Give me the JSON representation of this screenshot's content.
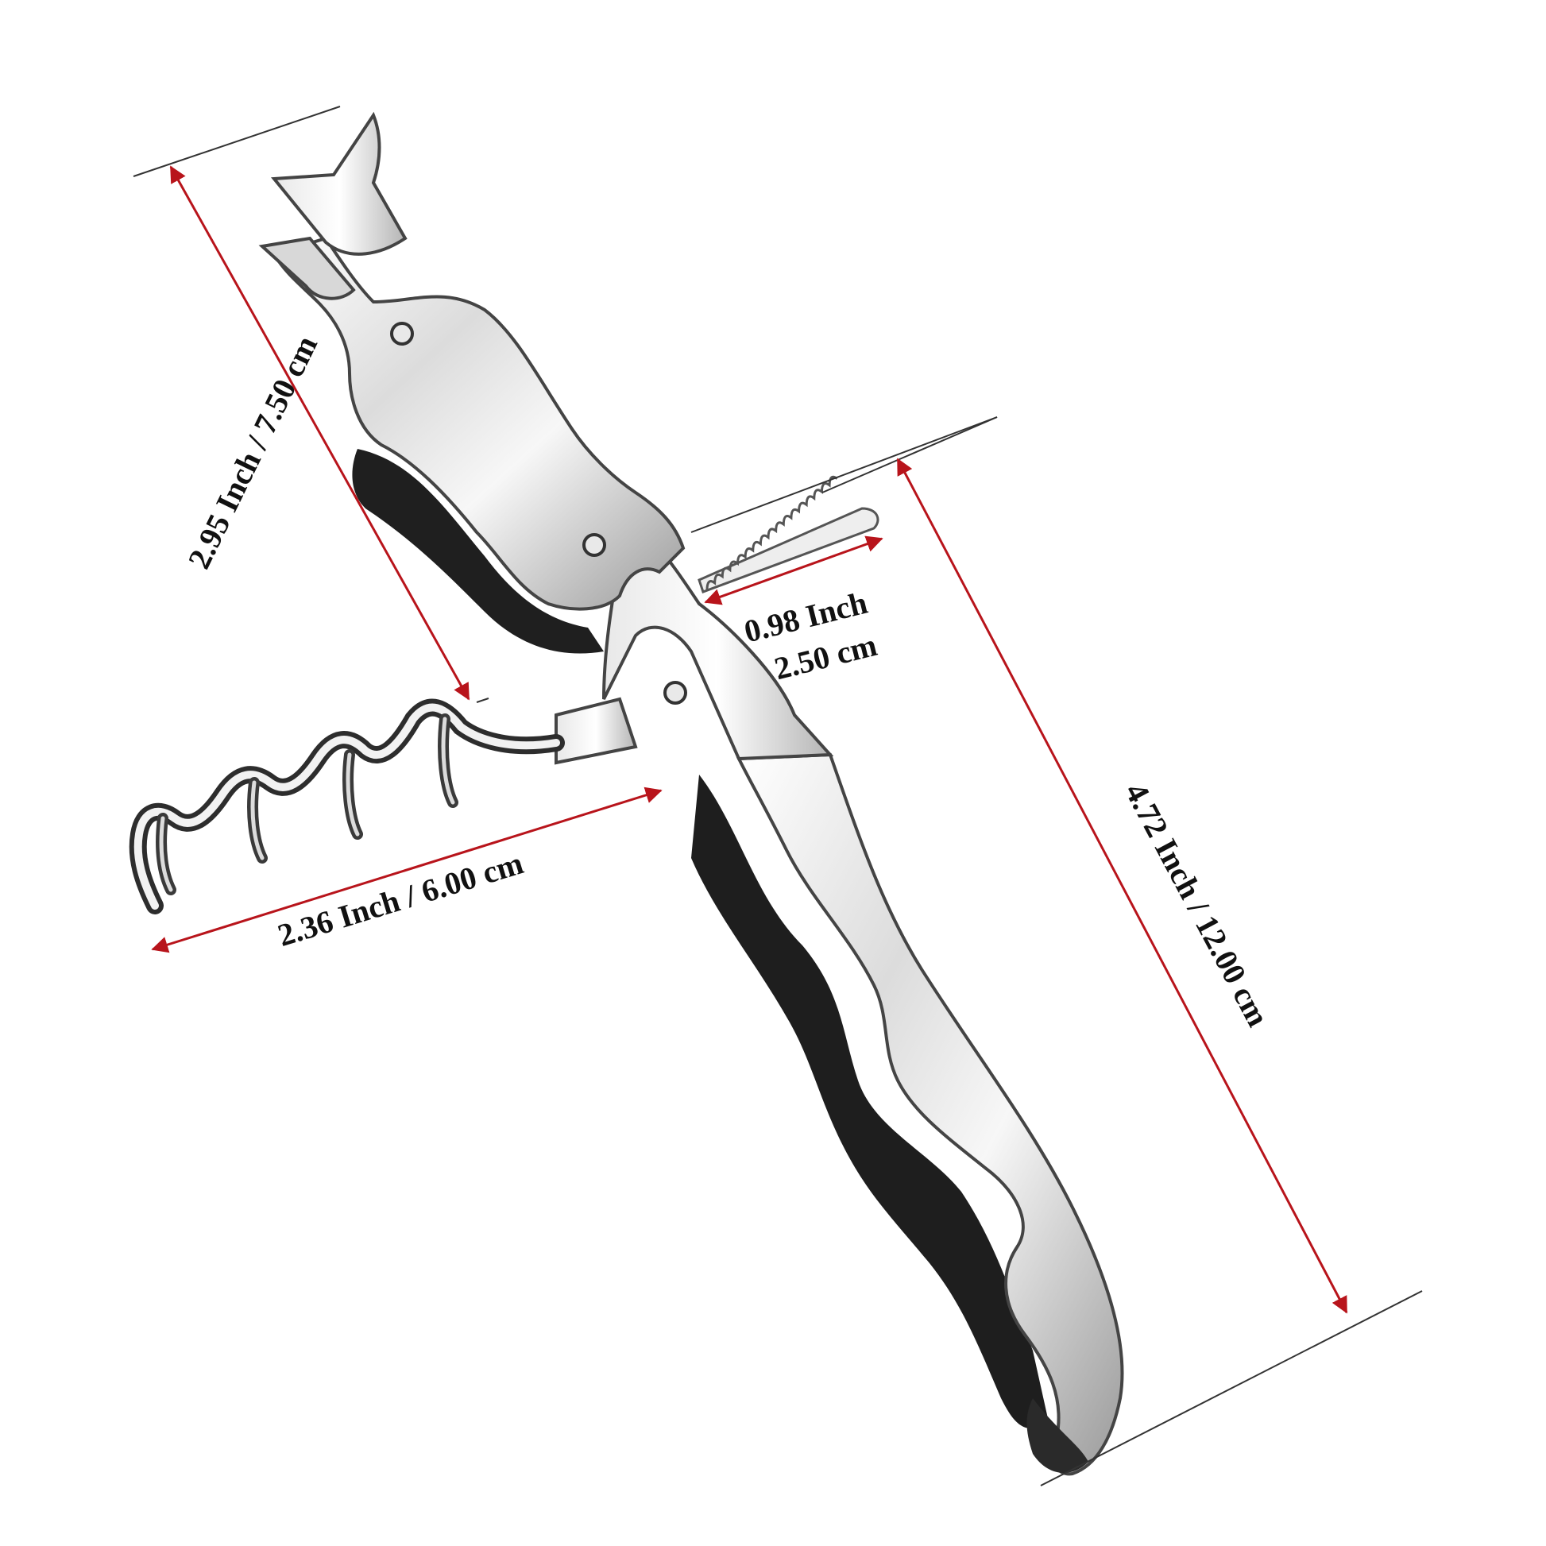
{
  "product": {
    "name_icon": "waiters-corkscrew-image"
  },
  "colors": {
    "arrow": "#b8141b",
    "leader": "#333333",
    "steel_light": "#f3f3f3",
    "steel_mid": "#c9c9c9",
    "steel_dark": "#2a2a2a"
  },
  "dimensions": {
    "lever_arm": {
      "label": "2.95 Inch / 7.50 cm"
    },
    "worm": {
      "label": "2.36 Inch / 6.00 cm"
    },
    "foil_knife": {
      "label_inch": "0.98 Inch",
      "label_cm": "2.50 cm"
    },
    "total_length": {
      "label": "4.72 Inch / 12.00 cm"
    }
  }
}
